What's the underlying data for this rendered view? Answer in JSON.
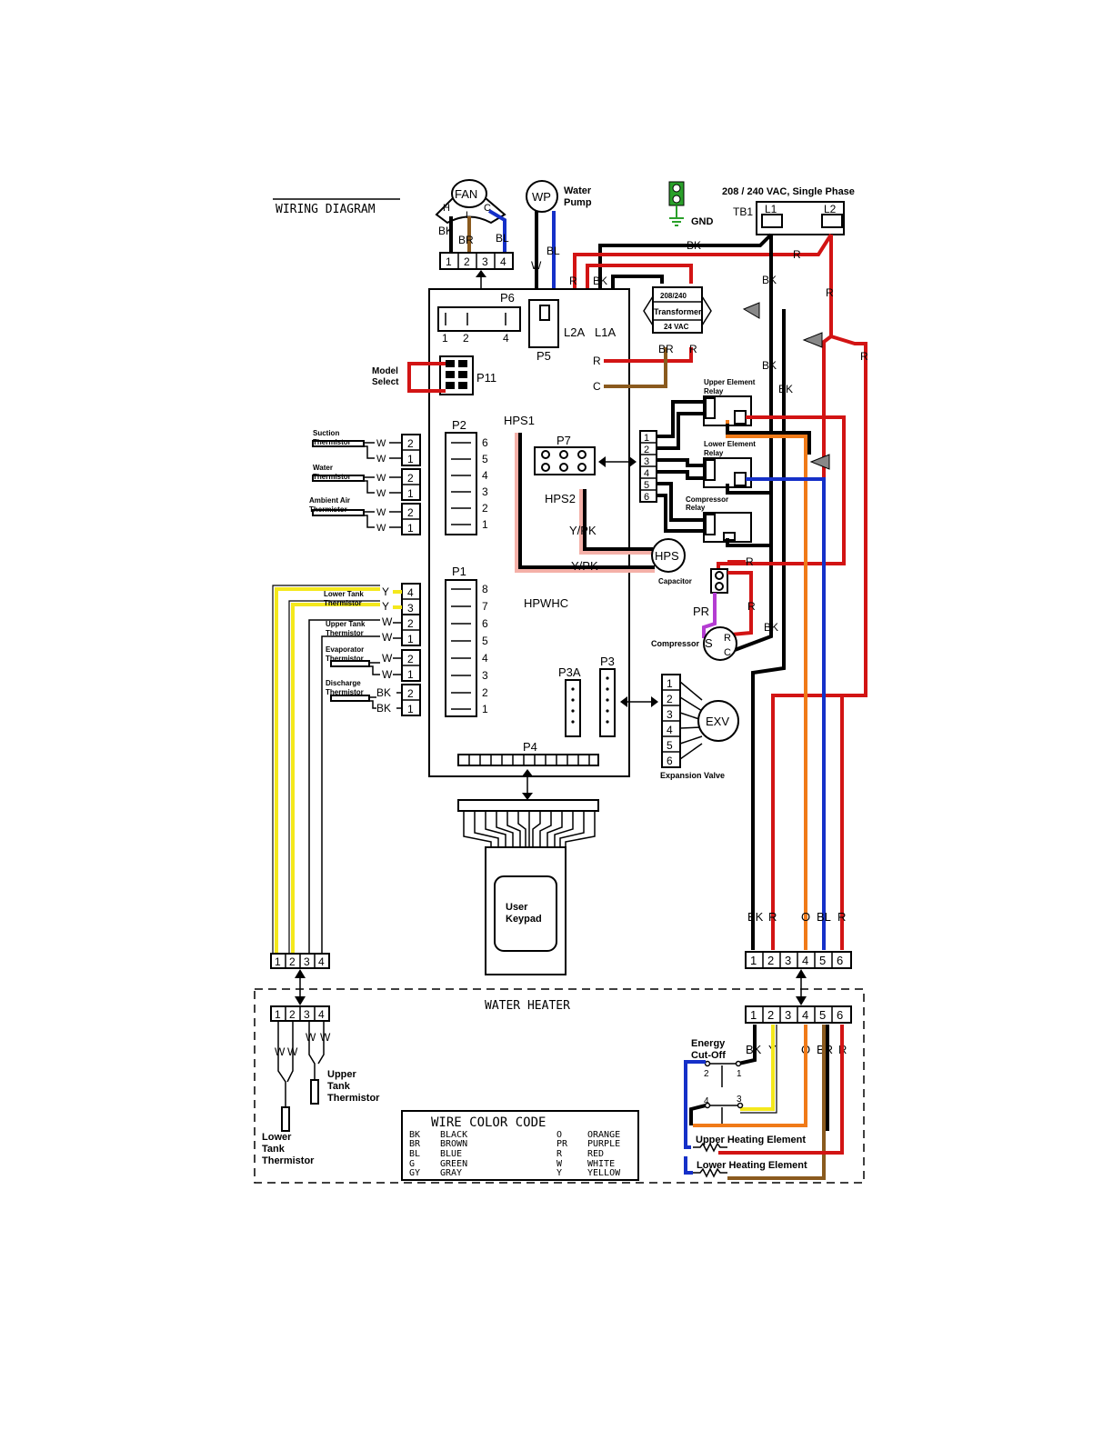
{
  "diagram": {
    "title": "WIRING DIAGRAM",
    "power_label": "208 / 240 VAC, Single Phase",
    "gnd_label": "GND",
    "tb1_label": "TB1",
    "l1_label": "L1",
    "l2_label": "L2",
    "fan_label": "FAN",
    "fan_taps": [
      "H",
      "L",
      "C"
    ],
    "wp_label": "WP",
    "water_pump_label": [
      "Water",
      "Pump"
    ],
    "p6_label": "P6",
    "p6_pins": [
      "1",
      "2",
      "4"
    ],
    "p5_label": "P5",
    "l2a_label": "L2A",
    "l1a_label": "L1A",
    "p11_label": "P11",
    "model_select": [
      "Model",
      "Select"
    ],
    "p2_label": "P2",
    "p2_pins": [
      "6",
      "5",
      "4",
      "3",
      "2",
      "1"
    ],
    "p1_label": "P1",
    "p1_pins": [
      "8",
      "7",
      "6",
      "5",
      "4",
      "3",
      "2",
      "1"
    ],
    "p7_label": "P7",
    "p3a_label": "P3A",
    "p3_label": "P3",
    "p4_label": "P4",
    "hps1_label": "HPS1",
    "hps2_label": "HPS2",
    "hps_label": "HPS",
    "hpwhc_label": "HPWHC",
    "transformer": [
      "208/240",
      "Transformer",
      "24 VAC"
    ],
    "r_label": "R",
    "c_label": "C",
    "upper_relay": [
      "Upper Element",
      "Relay"
    ],
    "lower_relay": [
      "Lower Element",
      "Relay"
    ],
    "comp_relay": [
      "Compressor",
      "Relay"
    ],
    "capacitor_label": "Capacitor",
    "compressor_label": "Compressor",
    "compressor_terms": [
      "S",
      "R",
      "C"
    ],
    "pr_label": "PR",
    "exv_label": "EXV",
    "exv_caption": "Expansion Valve",
    "exv_pins": [
      "1",
      "2",
      "3",
      "4",
      "5",
      "6"
    ],
    "relay_pins": [
      "1",
      "2",
      "3",
      "4",
      "5",
      "6"
    ],
    "keypad_label": [
      "User",
      "Keypad"
    ],
    "water_heater_label": "WATER HEATER",
    "thermistors": [
      {
        "name": [
          "Suction",
          "Thermistor"
        ],
        "wires": [
          "W",
          "W"
        ],
        "pins": [
          "2",
          "1"
        ]
      },
      {
        "name": [
          "Water",
          "Thermistor"
        ],
        "wires": [
          "W",
          "W"
        ],
        "pins": [
          "2",
          "1"
        ]
      },
      {
        "name": [
          "Ambient Air",
          "Thermistor"
        ],
        "wires": [
          "W",
          "W"
        ],
        "pins": [
          "2",
          "1"
        ]
      }
    ],
    "p1_thermistors": [
      {
        "name": [
          "Lower Tank",
          "Thermistor"
        ],
        "wires": [
          "Y",
          "Y"
        ],
        "pins": [
          "4",
          "3"
        ]
      },
      {
        "name": [
          "Upper Tank",
          "Thermistor"
        ],
        "wires": [
          "W",
          "W"
        ],
        "pins": [
          "2",
          "1"
        ]
      },
      {
        "name": [
          "Evaporator",
          "Thermistor"
        ],
        "wires": [
          "W",
          "W"
        ],
        "pins": [
          "2",
          "1"
        ]
      },
      {
        "name": [
          "Discharge",
          "Thermistor"
        ],
        "wires": [
          "BK",
          "BK"
        ],
        "pins": [
          "2",
          "1"
        ]
      }
    ],
    "fan_wire_labels": [
      "BK",
      "BR",
      "BL"
    ],
    "fan_pins": [
      "1",
      "2",
      "3",
      "4"
    ],
    "wire_labels": {
      "bk": "BK",
      "r": "R",
      "bl": "BL",
      "w": "W",
      "o": "O",
      "br": "BR",
      "y": "Y",
      "ypk": "Y/PK",
      "pr": "PR"
    },
    "left_conn_pins": [
      "1",
      "2",
      "3",
      "4"
    ],
    "right_conn_pins": [
      "1",
      "2",
      "3",
      "4",
      "5",
      "6"
    ],
    "right_conn_wires": [
      "BK",
      "R",
      "O",
      "BL",
      "R"
    ],
    "heater_wires": [
      "BK",
      "Y",
      "O",
      "BR",
      "R"
    ],
    "lower_tank_therm": [
      "Lower",
      "Tank",
      "Thermistor"
    ],
    "upper_tank_therm": [
      "Upper",
      "Tank",
      "Thermistor"
    ],
    "energy_cutoff": [
      "Energy",
      "Cut-Off"
    ],
    "cutoff_pins": [
      "2",
      "1",
      "4",
      "3"
    ],
    "upper_element": "Upper Heating Element",
    "lower_element": "Lower Heating Element",
    "color_code_title": "WIRE COLOR CODE",
    "color_code_left": [
      [
        "BK",
        "BLACK"
      ],
      [
        "BR",
        "BROWN"
      ],
      [
        "BL",
        "BLUE"
      ],
      [
        "G",
        "GREEN"
      ],
      [
        "GY",
        "GRAY"
      ]
    ],
    "color_code_right": [
      [
        "O",
        "ORANGE"
      ],
      [
        "PR",
        "PURPLE"
      ],
      [
        "R",
        "RED"
      ],
      [
        "W",
        "WHITE"
      ],
      [
        "Y",
        "YELLOW"
      ]
    ],
    "colors": {
      "black": "#000000",
      "red": "#d21414",
      "blue": "#1530c8",
      "orange": "#f07a18",
      "brown": "#8a5a1e",
      "yellow": "#f4e81c",
      "pink": "#f4b0a8",
      "purple": "#b43cd2",
      "green": "#2aa02a"
    }
  }
}
